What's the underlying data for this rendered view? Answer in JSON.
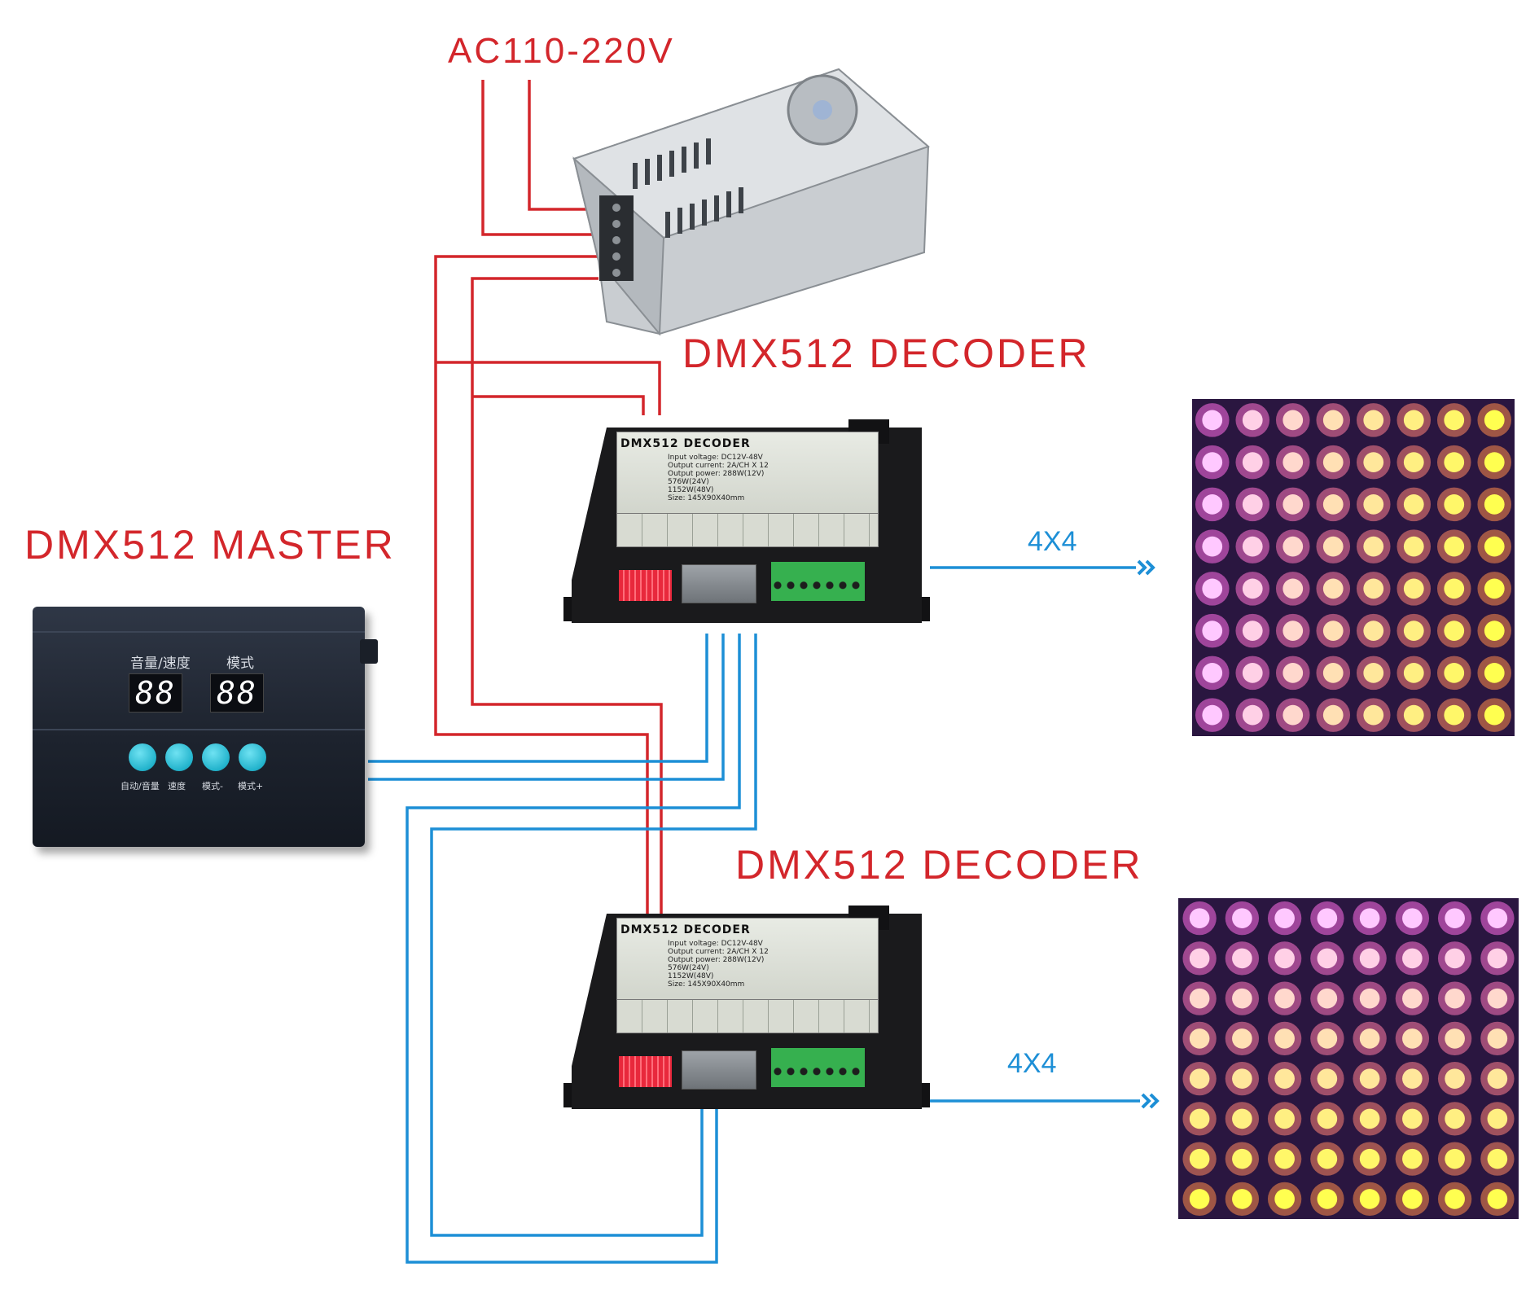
{
  "labels": {
    "ac_input": "AC110-220V",
    "decoder_top": "DMX512 DECODER",
    "decoder_bottom": "DMX512 DECODER",
    "master": "DMX512 MASTER",
    "output_top": "4X4",
    "output_bottom": "4X4"
  },
  "master_panel": {
    "left_display_label": "音量/速度",
    "right_display_label": "模式",
    "left_display_value": "88",
    "right_display_value": "88",
    "buttons": [
      "自动/音量",
      "速度",
      "模式-",
      "模式+"
    ]
  },
  "decoder_plate": {
    "title": "DMX512 DECODER",
    "specs": [
      "Input  voltage: DC12V-48V",
      "Output current: 2A/CH X 12",
      "Output power: 288W(12V)",
      "576W(24V)",
      "1152W(48V)",
      "Size: 145X90X40mm"
    ]
  },
  "colors": {
    "power_wire": "#d3262b",
    "signal_wire": "#1d8fd6",
    "label_red": "#d3262b",
    "label_blue": "#1d8fd6"
  }
}
